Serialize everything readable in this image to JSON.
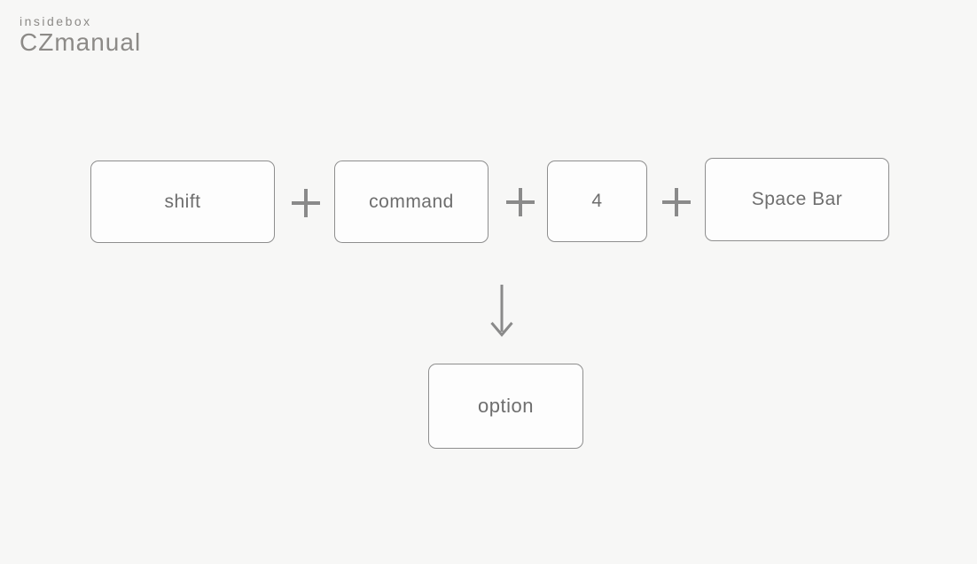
{
  "logo": {
    "brand_top": "insidebox",
    "brand_name": "CZmanual"
  },
  "diagram": {
    "keys": [
      {
        "id": "shift",
        "label": "shift"
      },
      {
        "id": "command",
        "label": "command"
      },
      {
        "id": "4",
        "label": "4"
      },
      {
        "id": "space-bar",
        "label": "Space Bar"
      }
    ],
    "separator_icon": "plus-icon",
    "arrow_icon": "arrow-down-icon",
    "result_key": {
      "id": "option",
      "label": "option"
    }
  },
  "colors": {
    "background": "#f7f7f6",
    "key_fill": "#fdfdfd",
    "key_border": "#8e8e8e",
    "key_text": "#6e6e6e",
    "plus_and_arrow": "#8a8a8a",
    "logo_text": "#8c8a87"
  }
}
